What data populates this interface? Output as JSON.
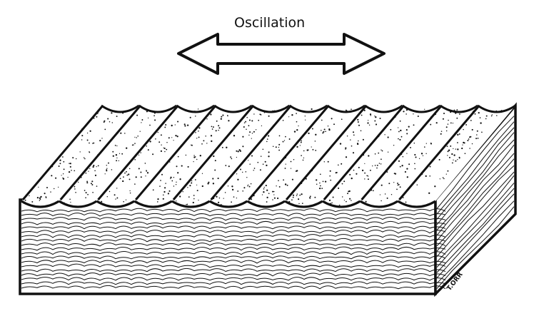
{
  "diagram": {
    "caption": "Oscillation",
    "signature": "T.ORR",
    "ink_color": "#111111",
    "paper_color": "#ffffff",
    "ripple_count": 11
  }
}
